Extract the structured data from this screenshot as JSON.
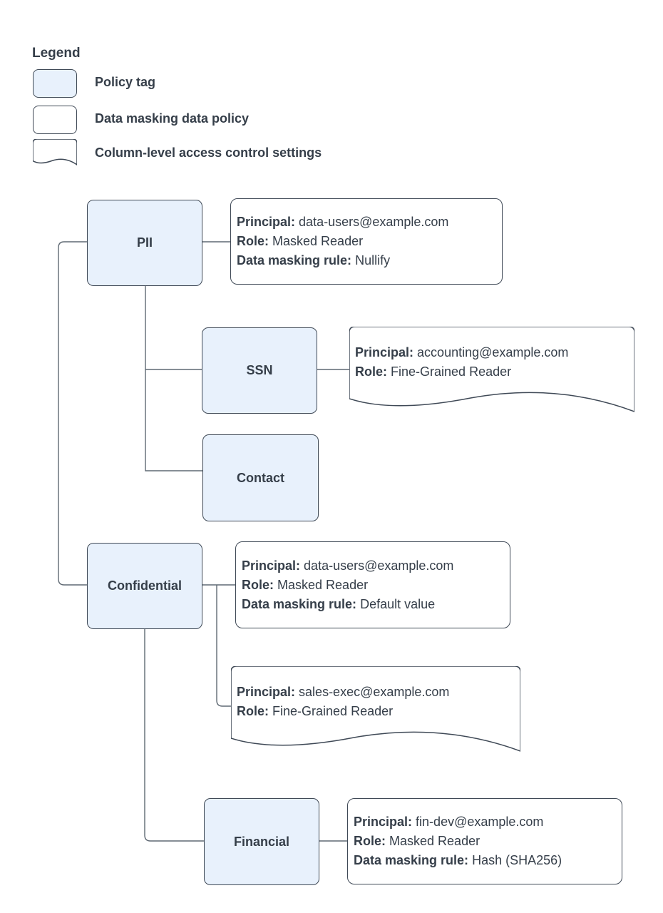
{
  "colors": {
    "policy_tag_fill": "#E8F1FC",
    "shape_border": "#3F4956",
    "connector": "#5F6973",
    "text": "#353E49"
  },
  "legend": {
    "title": "Legend",
    "items": [
      {
        "label": "Policy tag"
      },
      {
        "label": "Data masking data policy"
      },
      {
        "label": "Column-level access control settings"
      }
    ]
  },
  "tree": {
    "pii": "PII",
    "ssn": "SSN",
    "contact": "Contact",
    "confidential": "Confidential",
    "financial": "Financial"
  },
  "cards": {
    "pii_masking": {
      "principal_label": "Principal:",
      "principal": "data-users@example.com",
      "role_label": "Role:",
      "role": "Masked Reader",
      "rule_label": "Data masking rule:",
      "rule": "Nullify"
    },
    "ssn_acl": {
      "principal_label": "Principal:",
      "principal": "accounting@example.com",
      "role_label": "Role:",
      "role": "Fine-Grained Reader"
    },
    "confidential_masking": {
      "principal_label": "Principal:",
      "principal": "data-users@example.com",
      "role_label": "Role:",
      "role": "Masked Reader",
      "rule_label": "Data masking rule:",
      "rule": "Default value"
    },
    "confidential_acl": {
      "principal_label": "Principal:",
      "principal": "sales-exec@example.com",
      "role_label": "Role:",
      "role": "Fine-Grained Reader"
    },
    "financial_masking": {
      "principal_label": "Principal:",
      "principal": "fin-dev@example.com",
      "role_label": "Role:",
      "role": "Masked Reader",
      "rule_label": "Data masking rule:",
      "rule": "Hash (SHA256)"
    }
  }
}
